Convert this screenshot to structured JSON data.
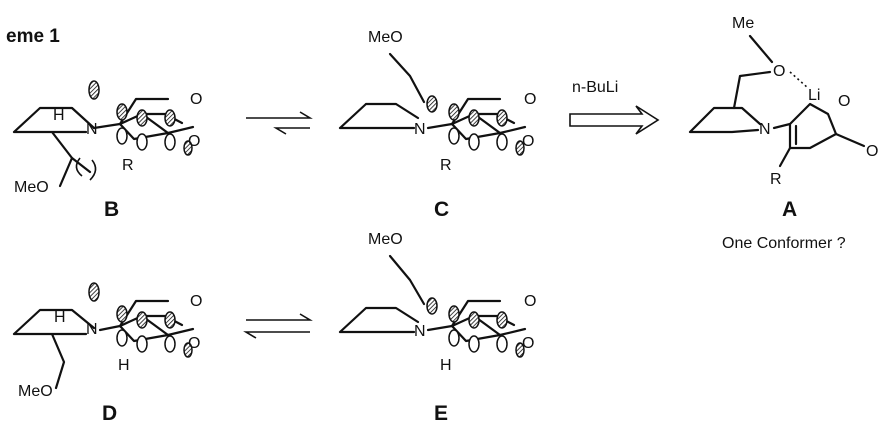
{
  "scheme": {
    "title": "eme  1",
    "reagent": "n-BuLi",
    "question": "One Conformer ?"
  },
  "compounds": [
    {
      "id": "B",
      "label": "B",
      "substituent": "R",
      "ome": "MeO",
      "h": "H",
      "n": "N"
    },
    {
      "id": "C",
      "label": "C",
      "substituent": "R",
      "ome": "MeO",
      "n": "N"
    },
    {
      "id": "A",
      "label": "A",
      "substituent": "R",
      "me": "Me",
      "o": "O",
      "li": "Li",
      "n": "N"
    },
    {
      "id": "D",
      "label": "D",
      "substituent": "H",
      "ome": "MeO",
      "h": "H",
      "n": "N"
    },
    {
      "id": "E",
      "label": "E",
      "substituent": "H",
      "ome": "MeO",
      "n": "N"
    }
  ],
  "atoms": {
    "oxygen": "O"
  }
}
